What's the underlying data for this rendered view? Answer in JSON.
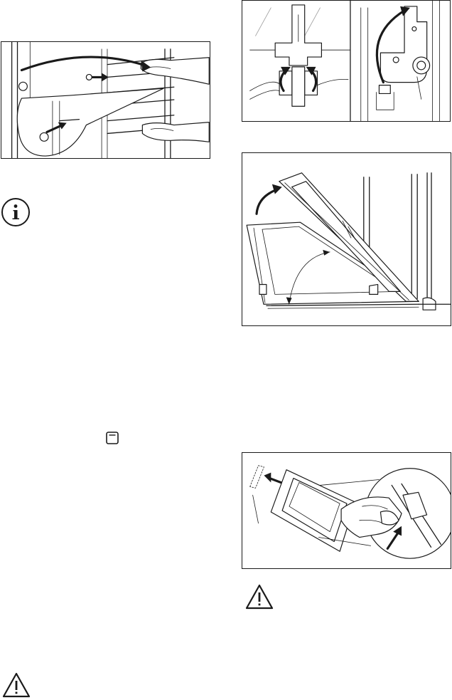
{
  "page": {
    "background": "#ffffff",
    "line_color": "#1a1a1a"
  },
  "icons": {
    "info": "information-circle-icon",
    "warning_left": "warning-triangle-icon",
    "warning_right": "warning-triangle-icon",
    "oven_light": "oven-light-symbol-icon"
  },
  "illustrations": [
    "shelf-support-removal-illustration",
    "door-hinge-lever-illustration",
    "oven-door-tilt-illustration",
    "glass-panel-removal-illustration"
  ]
}
